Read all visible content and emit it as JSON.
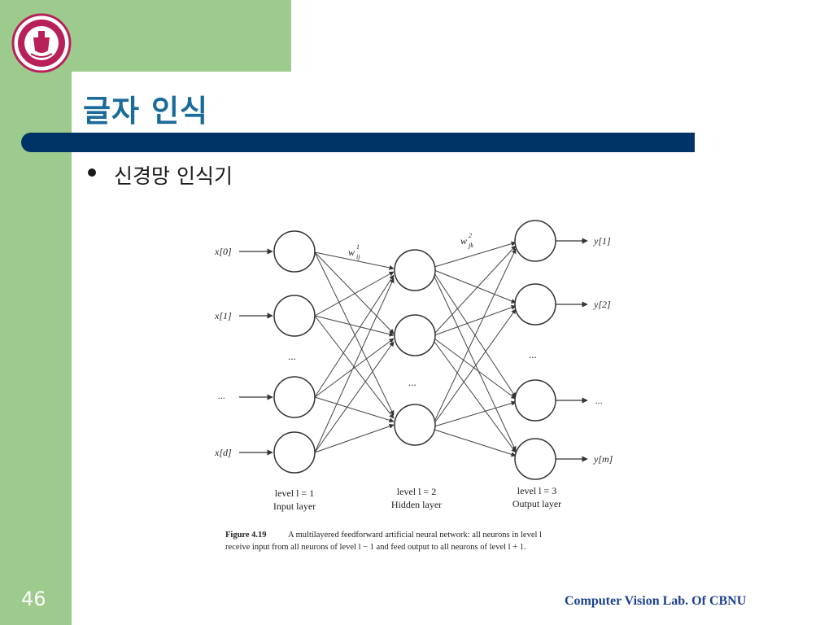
{
  "slide": {
    "title": "글자 인식",
    "bullet": "신경망 인식기",
    "slide_number": "46",
    "footer": "Computer Vision Lab. Of CBNU",
    "colors": {
      "green": "#9dcb8d",
      "navy_bar": "#003366",
      "title": "#1a6b9a",
      "footer": "#1c3f8f"
    },
    "logo_icon": "university-seal-icon"
  },
  "figure": {
    "inputs": {
      "top": "x[0]",
      "second": "x[1]",
      "ellipsis_mid": "...",
      "ellipsis_left": "...",
      "last": "x[d]"
    },
    "outputs": {
      "top": "y[1]",
      "second": "y[2]",
      "ellipsis_right": "...",
      "ellipsis_mid": "...",
      "last": "y[m]"
    },
    "hidden_ellipsis": "...",
    "weights": {
      "w1": "w",
      "w1_sup": "1",
      "w1_sub": "ij",
      "w2": "w",
      "w2_sup": "2",
      "w2_sub": "jk"
    },
    "layers": [
      {
        "level": "level l = 1",
        "name": "Input layer"
      },
      {
        "level": "level l = 2",
        "name": "Hidden layer"
      },
      {
        "level": "level l = 3",
        "name": "Output layer"
      }
    ],
    "caption_label": "Figure 4.19",
    "caption_line1": "A multilayered feedforward artificial neural network: all neurons in level l",
    "caption_line2": "receive input from all neurons of level l − 1 and feed output to all neurons of level l + 1."
  }
}
